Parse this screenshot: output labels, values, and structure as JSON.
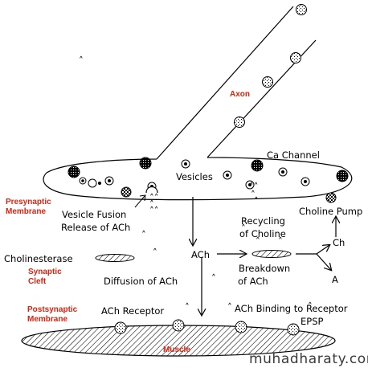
{
  "labels": {
    "axon": "Axon",
    "ca_channel": "Ca Channel",
    "vesicles": "Vesicles",
    "presynaptic_membrane_1": "Presynaptic",
    "presynaptic_membrane_2": "Membrane",
    "choline_pump": "Choline Pump",
    "vesicle_fusion": "Vesicle Fusion",
    "release_ach": "Release of ACh",
    "recycling": "Recycling",
    "of_choline": "of Choline",
    "ch": "Ch",
    "cholinesterase": "Cholinesterase",
    "synaptic_cleft_1": "Synaptic",
    "synaptic_cleft_2": "Cleft",
    "ach": "ACh",
    "breakdown": "Breakdown",
    "of_ach": "of ACh",
    "a": "A",
    "diffusion": "Diffusion of ACh",
    "postsynaptic_membrane_1": "Postsynaptic",
    "postsynaptic_membrane_2": "Membrane",
    "ach_receptor": "ACh Receptor",
    "ach_binding": "ACh Binding to Receptor",
    "epsp": "EPSP",
    "muscle": "Muscle",
    "watermark": "muhadharaty.com"
  },
  "colors": {
    "label_red": "#d9230f",
    "ink": "#000000"
  }
}
